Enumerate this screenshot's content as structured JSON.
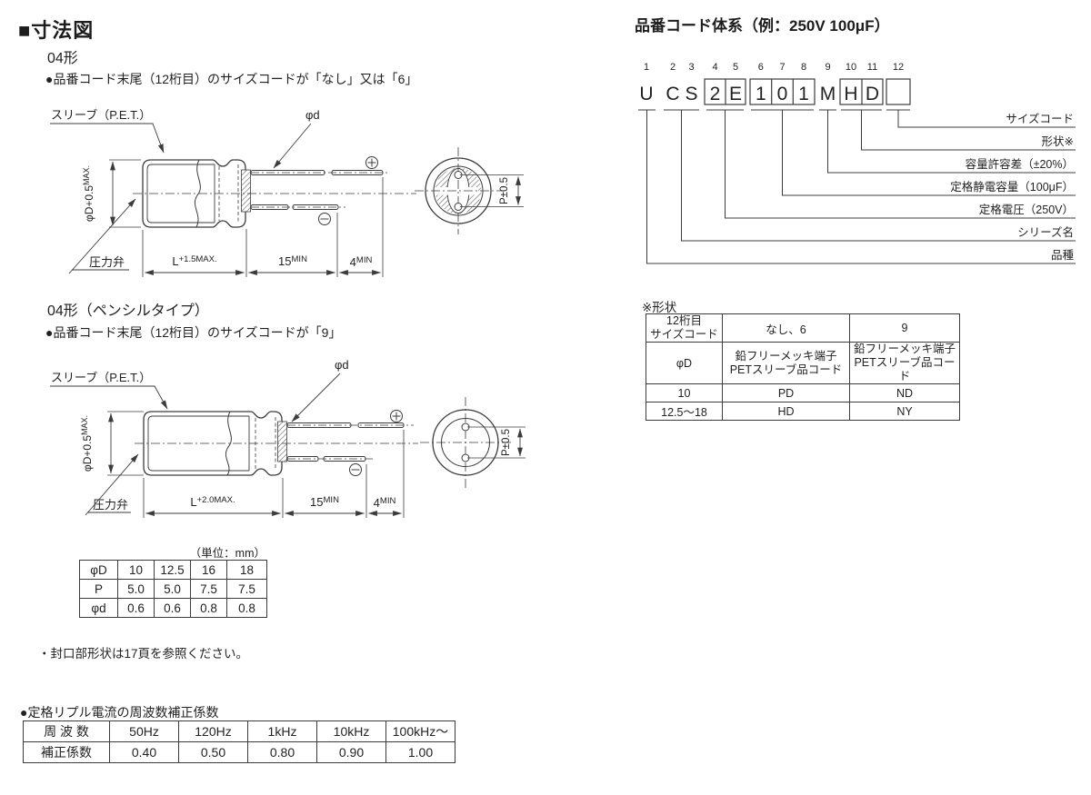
{
  "page": {
    "main_heading": "■寸法図",
    "unit_note": "（単位：mm）",
    "seal_note": "・封口部形状は17頁を参照ください。"
  },
  "type04": {
    "heading": "04形",
    "bullet": "●品番コード末尾（12桁目）のサイズコードが「なし」又は「6」"
  },
  "type04_pencil": {
    "heading": "04形（ペンシルタイプ）",
    "bullet": "●品番コード末尾（12桁目）のサイズコードが「9」"
  },
  "drawing": {
    "sleeve": "スリーブ（P.E.T.）",
    "lead_dia": "φd",
    "body_dia": "φD+0.5",
    "sup_max": "MAX.",
    "vent": "圧力弁",
    "len_base": "L",
    "len1_sup": "+1.5MAX.",
    "len2_sup": "+2.0MAX.",
    "lead_len": "15",
    "sup_min": "MIN",
    "tip_len": "4",
    "pitch": "P±0.5"
  },
  "dim_table": {
    "rows": [
      {
        "label": "φD",
        "values": [
          "10",
          "12.5",
          "16",
          "18"
        ]
      },
      {
        "label": "P",
        "values": [
          "5.0",
          "5.0",
          "7.5",
          "7.5"
        ]
      },
      {
        "label": "φd",
        "values": [
          "0.6",
          "0.6",
          "0.8",
          "0.8"
        ]
      }
    ]
  },
  "ripple": {
    "heading": "●定格リプル電流の周波数補正係数",
    "row1_label": "周 波 数",
    "row2_label": "補正係数",
    "frequencies": [
      "50Hz",
      "120Hz",
      "1kHz",
      "10kHz",
      "100kHz～"
    ],
    "factors": [
      "0.40",
      "0.50",
      "0.80",
      "0.90",
      "1.00"
    ]
  },
  "part_code": {
    "heading": "品番コード体系（例：250V 100μF）",
    "digits": [
      "1",
      "2",
      "3",
      "4",
      "5",
      "6",
      "7",
      "8",
      "9",
      "10",
      "11",
      "12"
    ],
    "chars": [
      "U",
      "C",
      "S",
      "2",
      "E",
      "1",
      "0",
      "1",
      "M",
      "H",
      "D"
    ],
    "labels": [
      "サイズコード",
      "形状※",
      "容量許容差（±20%）",
      "定格静電容量（100μF）",
      "定格電圧（250V）",
      "シリーズ名",
      "品種"
    ]
  },
  "shape_table": {
    "heading": "※形状",
    "rows": [
      [
        "12桁目\nサイズコード",
        "なし、6",
        "9"
      ],
      [
        "φD",
        "鉛フリーメッキ端子\nPETスリーブ品コード",
        "鉛フリーメッキ端子\nPETスリーブ品コード"
      ],
      [
        "10",
        "PD",
        "ND"
      ],
      [
        "12.5～18",
        "HD",
        "NY"
      ]
    ]
  }
}
